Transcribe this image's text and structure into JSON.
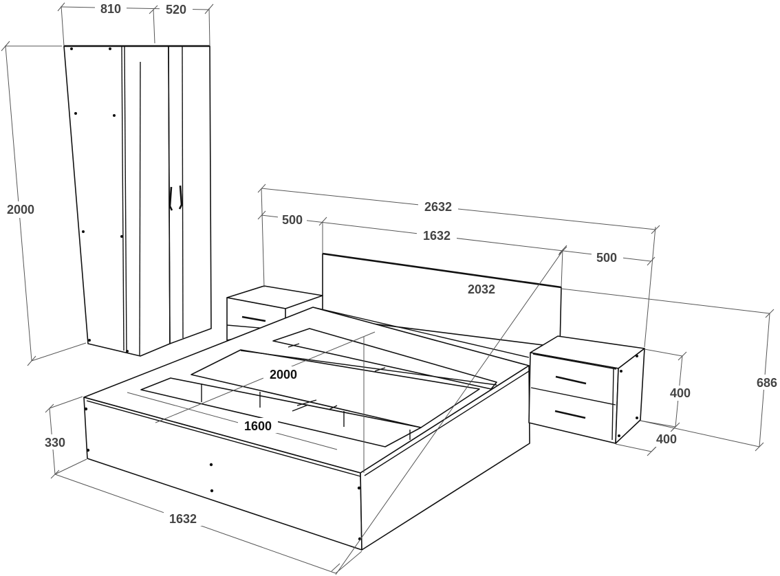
{
  "drawing": {
    "wardrobe": {
      "width": "810",
      "depth": "520",
      "height": "2000"
    },
    "overall": {
      "total_width": "2632",
      "nightstand_left_width": "500",
      "headboard_width": "1632",
      "nightstand_right_width": "500",
      "bed_length": "2032",
      "headboard_height": "686"
    },
    "bed": {
      "mattress_length": "2000",
      "mattress_width": "1600",
      "frame_height": "330",
      "frame_width": "1632"
    },
    "nightstand": {
      "height": "400",
      "depth": "400"
    },
    "colors": {
      "line": "#111111",
      "dimension_line": "#555555",
      "label": "#444444",
      "background": "#ffffff"
    }
  }
}
